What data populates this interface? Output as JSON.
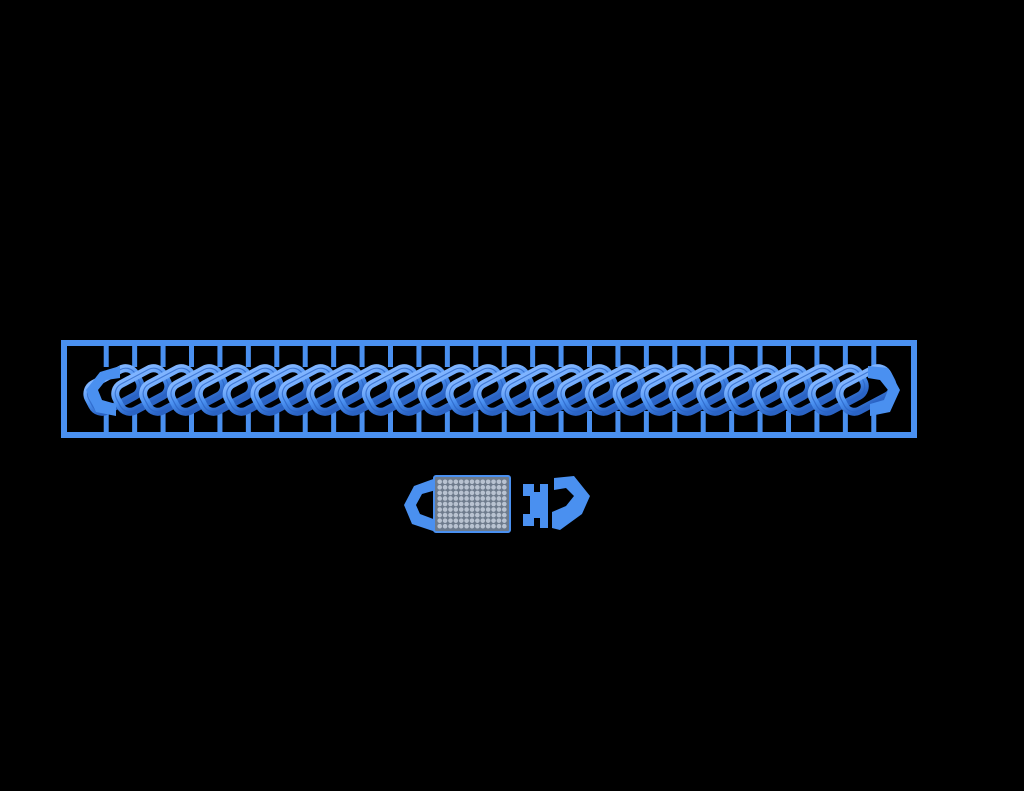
{
  "scene": {
    "background_color": "#000000",
    "model_color": "#4a90f0",
    "model_highlight_color": "#7fb4ff",
    "model_shadow_color": "#2a63c4",
    "gem_color": "#b9c3d1",
    "gem_shadow_color": "#6e7b8c",
    "chain": {
      "type": "cuban-link-chain",
      "link_count": 28,
      "sprue_count": 28
    },
    "clasp": {
      "type": "box-clasp-with-pave-stones",
      "pave_rows": 9,
      "pave_columns": 13
    }
  }
}
